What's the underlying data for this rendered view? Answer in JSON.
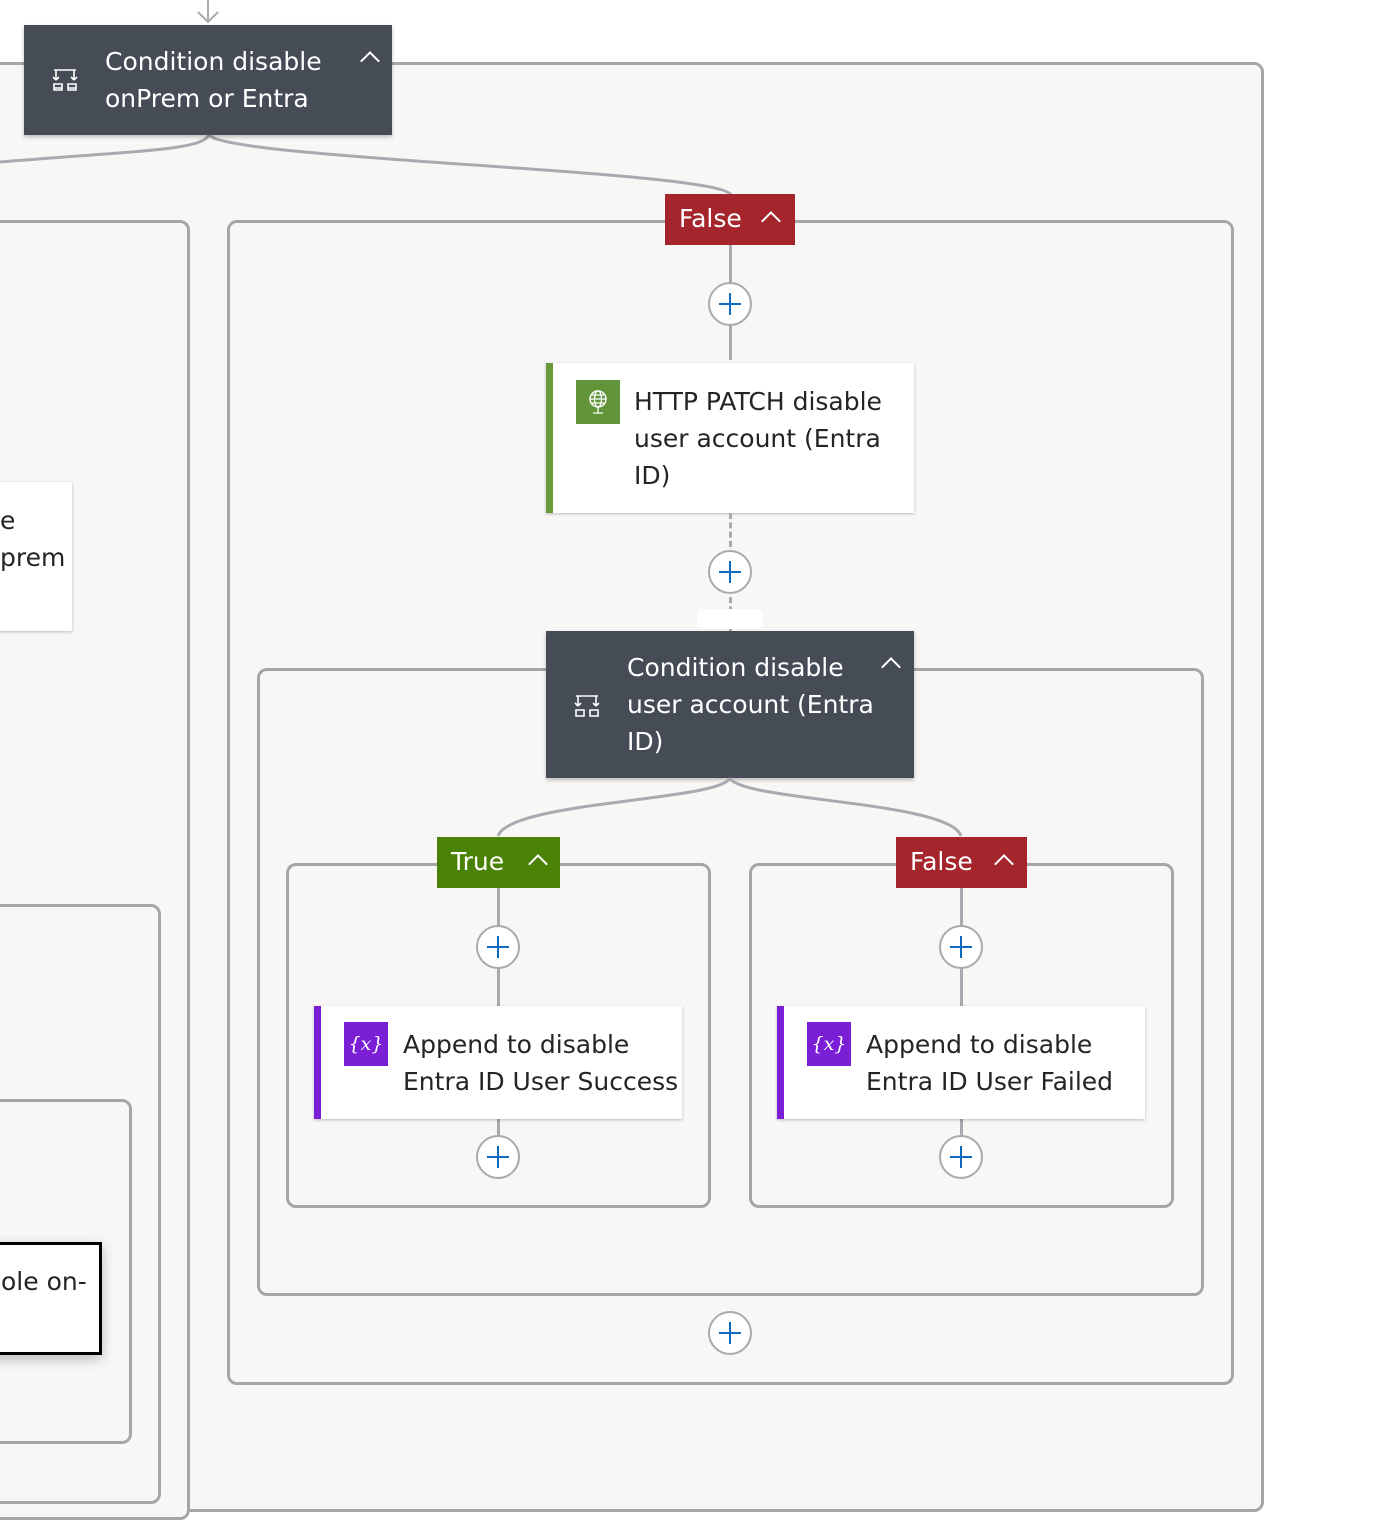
{
  "outer_condition": {
    "title_line1": "Condition disable",
    "title_line2": "onPrem or Entra",
    "icon": "condition-icon",
    "collapse_icon": "chevron-up-icon"
  },
  "false_branch": {
    "label": "False",
    "color": "#a4262c"
  },
  "http_action": {
    "title_line1": "HTTP PATCH disable",
    "title_line2": "user account (Entra",
    "title_line3": "ID)",
    "icon": "http-globe-icon",
    "accent": "#6b9a3c"
  },
  "inner_condition": {
    "title_line1": "Condition disable",
    "title_line2": "user account (Entra",
    "title_line3": "ID)",
    "icon": "condition-icon"
  },
  "inner_true": {
    "label": "True",
    "color": "#498205",
    "action": {
      "title_line1": "Append to disable",
      "title_line2": "Entra ID User Success",
      "icon": "variable-icon",
      "icon_text": "{x}",
      "accent": "#7b1fd6"
    }
  },
  "inner_false": {
    "label": "False",
    "color": "#a4262c",
    "action": {
      "title_line1": "Append to disable",
      "title_line2": "Entra ID User Failed",
      "icon": "variable-icon",
      "icon_text": "{x}",
      "accent": "#7b1fd6"
    }
  },
  "left_partial": {
    "card1_line1": "e",
    "card1_line2": "prem",
    "card2_line1": "ole on-"
  }
}
